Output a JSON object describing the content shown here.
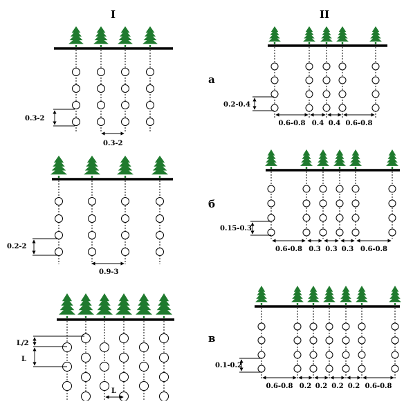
{
  "headers": {
    "left": "I",
    "right": "II"
  },
  "row_letters": {
    "a": "а",
    "b": "б",
    "c": "в"
  },
  "left": {
    "panel1": {
      "vertical": "0.3-2",
      "horizontal": "0.3-2"
    },
    "panel2": {
      "vertical": "0.2-2",
      "horizontal": "0.9-3"
    },
    "panel3": {
      "half": "L/2",
      "full": "L",
      "bottom": "L"
    }
  },
  "right": {
    "a": {
      "vertical": "0.2-0.4",
      "spacings": [
        "0.6-0.8",
        "0.4",
        "0.4",
        "0.6-0.8"
      ]
    },
    "b": {
      "vertical": "0.15-0.3",
      "spacings": [
        "0.6-0.8",
        "0.3",
        "0.3",
        "0.3",
        "0.6-0.8"
      ]
    },
    "c": {
      "vertical": "0.1-0.2",
      "spacings": [
        "0.6-0.8",
        "0.2",
        "0.2",
        "0.2",
        "0.2",
        "0.6-0.8"
      ]
    }
  },
  "colors": {
    "tree": "#1f7a2e",
    "line": "#000000"
  }
}
